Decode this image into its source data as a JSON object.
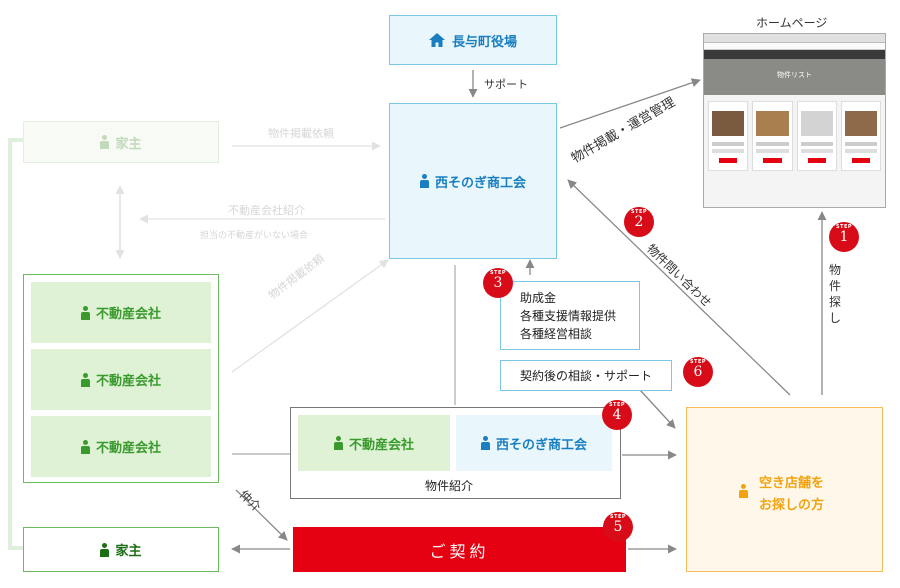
{
  "town_office": "長与町役場",
  "support_label": "サポート",
  "homepage": {
    "title": "ホームページ",
    "banner": "物件リスト"
  },
  "shokokai": "西そのぎ商工会",
  "landlord": "家主",
  "realtor": "不動産会社",
  "request_top": "物件掲載依頼",
  "realtor_intro": "不動産会社紹介",
  "realtor_intro_note": "担当の不動産がいない場合",
  "request_diag": "物件掲載依頼",
  "manage_label": "物件掲載・運営管理",
  "inquiry_label": "物件問い合わせ",
  "search_label": "物件探し",
  "support_box": {
    "line1": "助成金",
    "line2": "各種支援情報提供",
    "line3": "各種経営相談"
  },
  "after_contract": "契約後の相談・サポート",
  "intro_group": {
    "realtor": "不動産会社",
    "shokokai": "西そのぎ商工会",
    "caption": "物件紹介"
  },
  "seeker": {
    "line1": "空き店舗を",
    "line2": "お探しの方"
  },
  "contract": "ご契約",
  "mediation": "仲介",
  "steps": {
    "s1": "1",
    "s2": "2",
    "s3": "3",
    "s4": "4",
    "s5": "5",
    "s6": "6",
    "badge": "STEP"
  },
  "colors": {
    "red": "#e50012",
    "step": "#d80c18",
    "blue": "#1a7fc1",
    "green": "#3a9a2e",
    "orange": "#f2a30f"
  }
}
